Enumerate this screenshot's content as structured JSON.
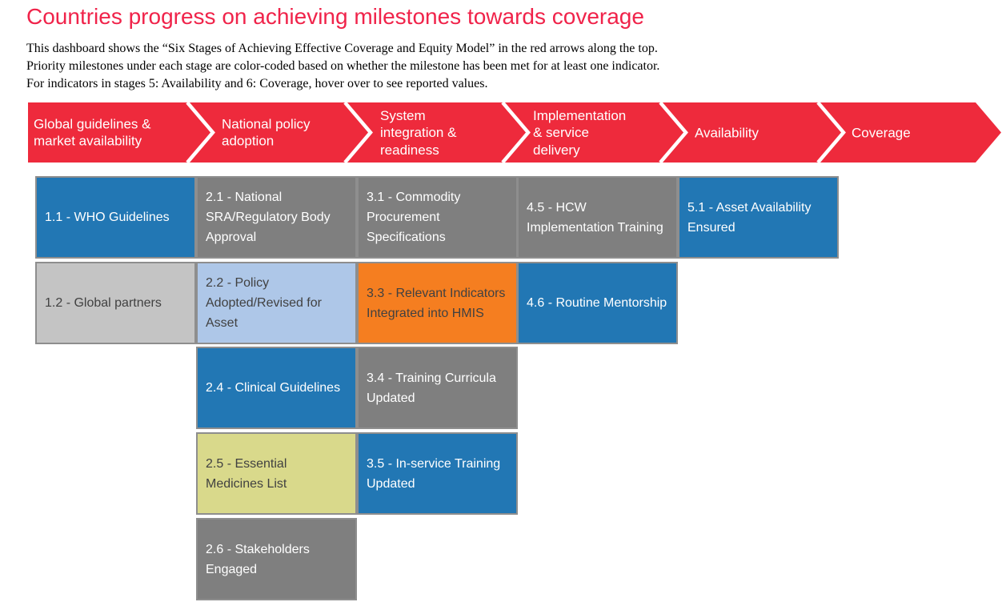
{
  "page": {
    "title": "Countries progress on achieving milestones towards coverage",
    "description_lines": [
      "This dashboard shows the “Six Stages of Achieving Effective Coverage and Equity Model” in the red arrows along the top.",
      "Priority milestones under each stage are color-coded based on whether the milestone has been met for at least one indicator.",
      "For indicators in stages 5: Availability and 6: Coverage, hover over to see reported values."
    ]
  },
  "colors": {
    "title_red": "#f0234a",
    "arrow_red": "#ee2a3c",
    "blue": "#2277b4",
    "gray": "#7f7f7f",
    "light_gray": "#c4c4c4",
    "light_blue": "#aec7e8",
    "orange": "#f57e20",
    "khaki": "#d9d98b",
    "cell_border": "#8e8e8e",
    "text_light": "#ffffff",
    "text_dark": "#414141"
  },
  "arrows": {
    "stages": [
      {
        "label": "Global guidelines & market availability"
      },
      {
        "label": "National policy adoption"
      },
      {
        "label": "System integration & readiness"
      },
      {
        "label": "Implementation & service delivery"
      },
      {
        "label": "Availability"
      },
      {
        "label": "Coverage"
      }
    ]
  },
  "grid": {
    "cells": [
      {
        "label": "1.1 - WHO Guidelines",
        "color": "blue",
        "text": "text_light"
      },
      {
        "label": "2.1 - National SRA/Regulatory Body Approval",
        "color": "gray",
        "text": "text_light"
      },
      {
        "label": "3.1 - Commodity Procurement Specifications",
        "color": "gray",
        "text": "text_light"
      },
      {
        "label": "4.5 - HCW Implementation Training",
        "color": "gray",
        "text": "text_light"
      },
      {
        "label": "5.1 - Asset Availability Ensured",
        "color": "blue",
        "text": "text_light"
      },
      {
        "label": "1.2 - Global partners",
        "color": "light_gray",
        "text": "text_dark"
      },
      {
        "label": "2.2 - Policy Adopted/Revised for Asset",
        "color": "light_blue",
        "text": "text_dark"
      },
      {
        "label": "3.3 - Relevant Indicators Integrated into HMIS",
        "color": "orange",
        "text": "text_dark"
      },
      {
        "label": "4.6 - Routine Mentorship",
        "color": "blue",
        "text": "text_light"
      },
      {
        "label": "2.4 - Clinical Guidelines",
        "color": "blue",
        "text": "text_light"
      },
      {
        "label": "3.4 - Training Curricula Updated",
        "color": "gray",
        "text": "text_light"
      },
      {
        "label": "2.5 - Essential Medicines List",
        "color": "khaki",
        "text": "text_dark"
      },
      {
        "label": "3.5 - In-service Training Updated",
        "color": "blue",
        "text": "text_light"
      },
      {
        "label": "2.6 - Stakeholders Engaged",
        "color": "gray",
        "text": "text_light"
      }
    ]
  },
  "chart_data": {
    "type": "table",
    "title": "Countries progress on achieving milestones towards coverage",
    "columns": [
      "Global guidelines & market availability",
      "National policy adoption",
      "System integration & readiness",
      "Implementation & service delivery",
      "Availability",
      "Coverage"
    ],
    "milestones": [
      {
        "stage": 1,
        "id": "1.1",
        "label": "WHO Guidelines",
        "status_color": "#2277b4"
      },
      {
        "stage": 1,
        "id": "1.2",
        "label": "Global partners",
        "status_color": "#c4c4c4"
      },
      {
        "stage": 2,
        "id": "2.1",
        "label": "National SRA/Regulatory Body Approval",
        "status_color": "#7f7f7f"
      },
      {
        "stage": 2,
        "id": "2.2",
        "label": "Policy Adopted/Revised for Asset",
        "status_color": "#aec7e8"
      },
      {
        "stage": 2,
        "id": "2.4",
        "label": "Clinical Guidelines",
        "status_color": "#2277b4"
      },
      {
        "stage": 2,
        "id": "2.5",
        "label": "Essential Medicines List",
        "status_color": "#d9d98b"
      },
      {
        "stage": 2,
        "id": "2.6",
        "label": "Stakeholders Engaged",
        "status_color": "#7f7f7f"
      },
      {
        "stage": 3,
        "id": "3.1",
        "label": "Commodity Procurement Specifications",
        "status_color": "#7f7f7f"
      },
      {
        "stage": 3,
        "id": "3.3",
        "label": "Relevant Indicators Integrated into HMIS",
        "status_color": "#f57e20"
      },
      {
        "stage": 3,
        "id": "3.4",
        "label": "Training Curricula Updated",
        "status_color": "#7f7f7f"
      },
      {
        "stage": 3,
        "id": "3.5",
        "label": "In-service Training Updated",
        "status_color": "#2277b4"
      },
      {
        "stage": 4,
        "id": "4.5",
        "label": "HCW Implementation Training",
        "status_color": "#7f7f7f"
      },
      {
        "stage": 4,
        "id": "4.6",
        "label": "Routine Mentorship",
        "status_color": "#2277b4"
      },
      {
        "stage": 5,
        "id": "5.1",
        "label": "Asset Availability Ensured",
        "status_color": "#2277b4"
      }
    ]
  }
}
